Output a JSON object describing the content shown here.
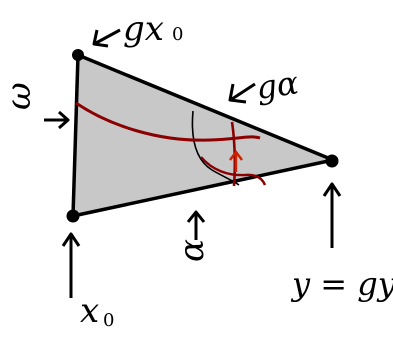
{
  "labels": {
    "top_vertex": "gx",
    "top_vertex_subscript": "0",
    "right_label": "gα",
    "left_label": "ω",
    "bottom_edge": "α",
    "bottom_vertex": "x",
    "bottom_vertex_subscript": "0",
    "right_vertex": "y = gy"
  },
  "colors": {
    "ink": "#000000",
    "triangle_fill": "#c8c8c8",
    "curve": "#8b0000",
    "arrow_accent": "#cc2200"
  }
}
